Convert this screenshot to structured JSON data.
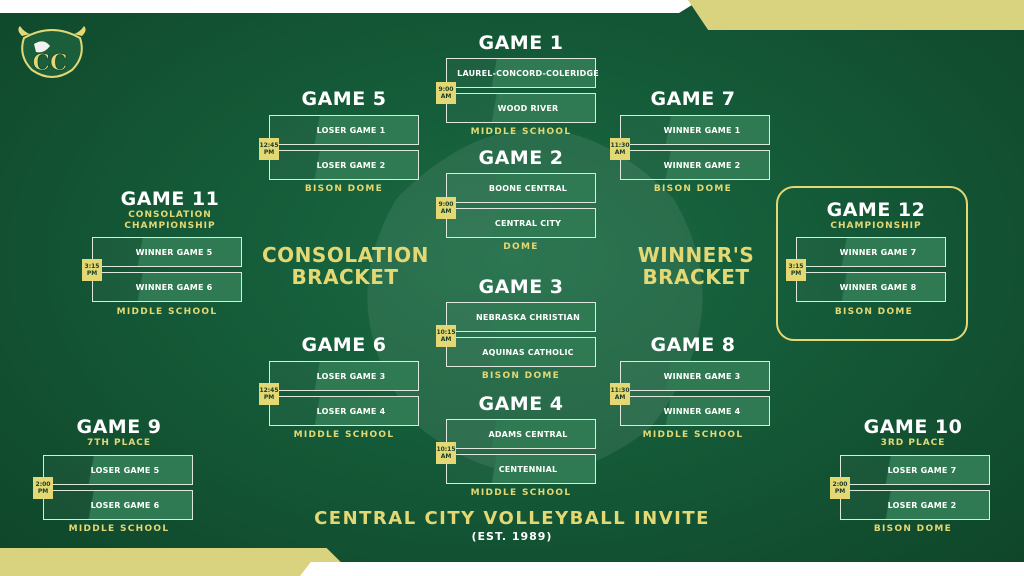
{
  "event": {
    "title": "CENTRAL CITY VOLLEYBALL INVITE",
    "subtitle": "(EST. 1989)",
    "logo_text": "CC"
  },
  "labels": {
    "consolation": [
      "CONSOLATION",
      "BRACKET"
    ],
    "winners": [
      "WINNER'S",
      "BRACKET"
    ]
  },
  "colors": {
    "background": "#145a38",
    "accent": "#e3d874",
    "box_fill": "#2f7a52",
    "text": "#ffffff"
  },
  "games": {
    "g1": {
      "title": "GAME 1",
      "sub": "",
      "time": [
        "9:00",
        "AM"
      ],
      "teams": [
        "LAUREL-CONCORD-COLERIDGE",
        "WOOD RIVER"
      ],
      "venue": "MIDDLE SCHOOL"
    },
    "g2": {
      "title": "GAME 2",
      "sub": "",
      "time": [
        "9:00",
        "AM"
      ],
      "teams": [
        "BOONE CENTRAL",
        "CENTRAL CITY"
      ],
      "venue": "DOME"
    },
    "g3": {
      "title": "GAME 3",
      "sub": "",
      "time": [
        "10:15",
        "AM"
      ],
      "teams": [
        "NEBRASKA CHRISTIAN",
        "AQUINAS CATHOLIC"
      ],
      "venue": "BISON DOME"
    },
    "g4": {
      "title": "GAME 4",
      "sub": "",
      "time": [
        "10:15",
        "AM"
      ],
      "teams": [
        "ADAMS CENTRAL",
        "CENTENNIAL"
      ],
      "venue": "MIDDLE SCHOOL"
    },
    "g5": {
      "title": "GAME 5",
      "sub": "",
      "time": [
        "12:45",
        "PM"
      ],
      "teams": [
        "LOSER GAME 1",
        "LOSER GAME 2"
      ],
      "venue": "BISON DOME"
    },
    "g6": {
      "title": "GAME 6",
      "sub": "",
      "time": [
        "12:45",
        "PM"
      ],
      "teams": [
        "LOSER GAME 3",
        "LOSER GAME 4"
      ],
      "venue": "MIDDLE SCHOOL"
    },
    "g7": {
      "title": "GAME 7",
      "sub": "",
      "time": [
        "11:30",
        "AM"
      ],
      "teams": [
        "WINNER GAME 1",
        "WINNER GAME 2"
      ],
      "venue": "BISON DOME"
    },
    "g8": {
      "title": "GAME 8",
      "sub": "",
      "time": [
        "11:30",
        "AM"
      ],
      "teams": [
        "WINNER GAME 3",
        "WINNER GAME 4"
      ],
      "venue": "MIDDLE SCHOOL"
    },
    "g9": {
      "title": "GAME 9",
      "sub": "7TH PLACE",
      "time": [
        "2:00",
        "PM"
      ],
      "teams": [
        "LOSER GAME 5",
        "LOSER GAME 6"
      ],
      "venue": "MIDDLE SCHOOL"
    },
    "g10": {
      "title": "GAME 10",
      "sub": "3RD PLACE",
      "time": [
        "2:00",
        "PM"
      ],
      "teams": [
        "LOSER GAME 7",
        "LOSER GAME 2"
      ],
      "venue": "BISON DOME"
    },
    "g11": {
      "title": "GAME 11",
      "sub": "CONSOLATION",
      "sub2": "CHAMPIONSHIP",
      "time": [
        "3:15",
        "PM"
      ],
      "teams": [
        "WINNER GAME 5",
        "WINNER GAME 6"
      ],
      "venue": "MIDDLE SCHOOL"
    },
    "g12": {
      "title": "GAME 12",
      "sub": "CHAMPIONSHIP",
      "time": [
        "3:15",
        "PM"
      ],
      "teams": [
        "WINNER GAME 7",
        "WINNER GAME 8"
      ],
      "venue": "BISON DOME"
    }
  }
}
